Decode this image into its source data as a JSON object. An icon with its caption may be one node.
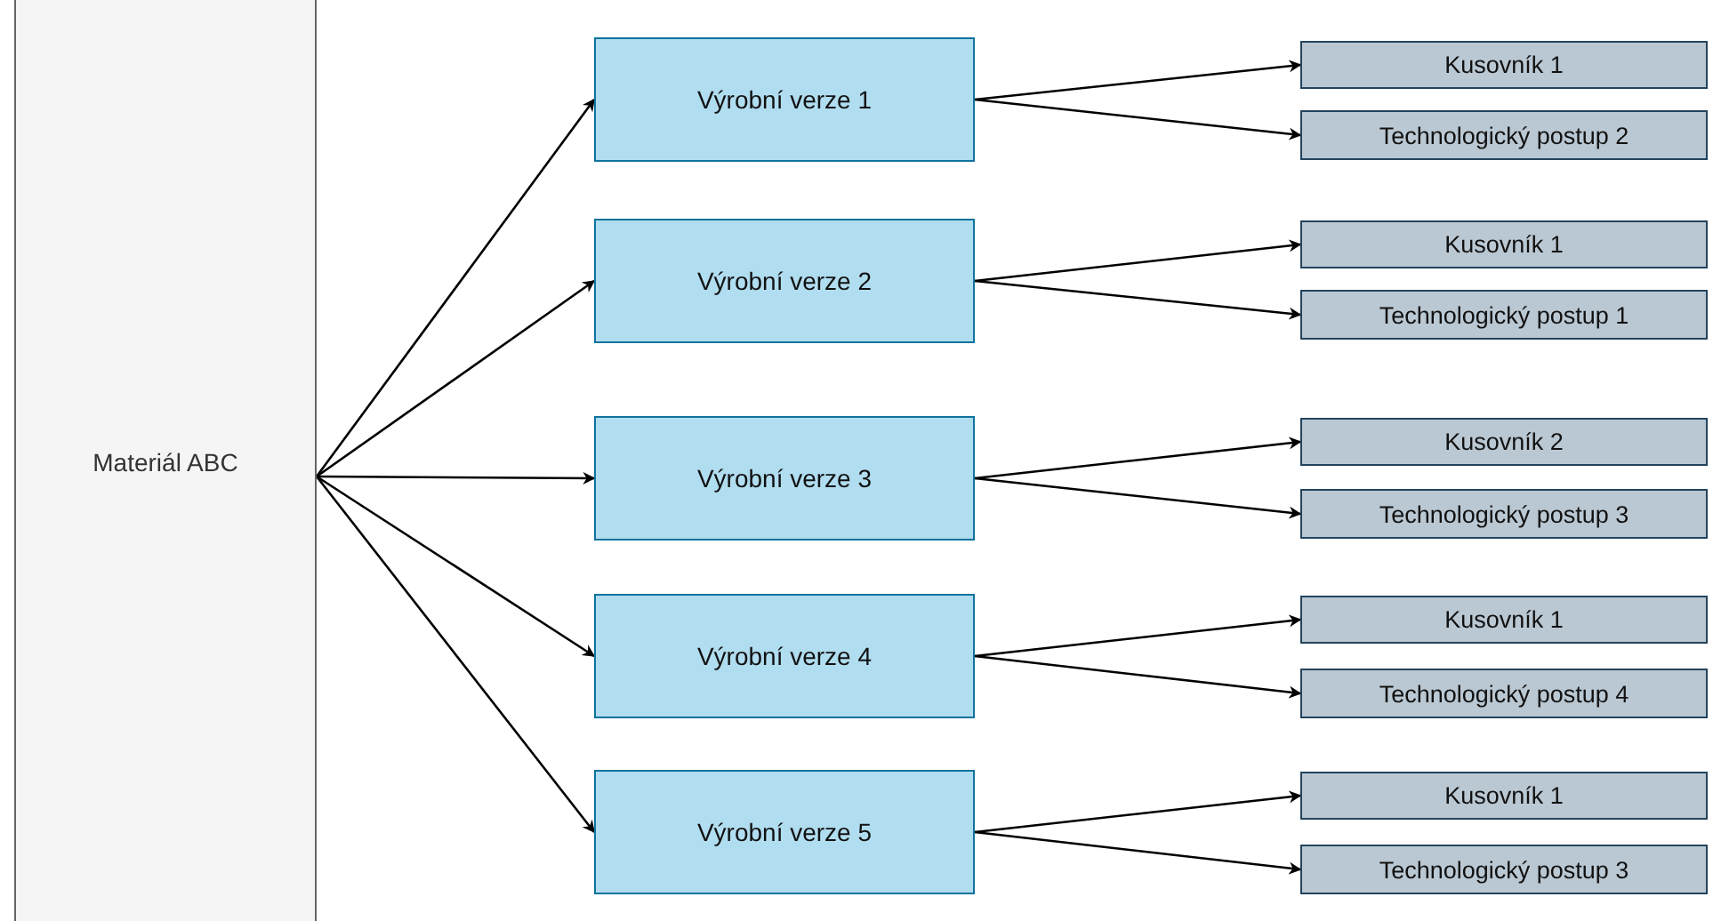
{
  "diagram": {
    "nodes": [
      {
        "text": [
          "Materiál ABC"
        ]
      },
      {
        "text": [
          "Výrobní verze 1"
        ]
      },
      {
        "text": [
          "Kusovník 1"
        ]
      },
      {
        "text": [
          "Technologický postup 2"
        ]
      },
      {
        "text": [
          "Výrobní verze 2"
        ]
      },
      {
        "text": [
          "Kusovník 1"
        ]
      },
      {
        "text": [
          "Technologický postup 1"
        ]
      },
      {
        "text": [
          "Výrobní verze 3"
        ]
      },
      {
        "text": [
          "Kusovník 2"
        ]
      },
      {
        "text": [
          "Technologický postup 3"
        ]
      },
      {
        "text": [
          "Výrobní verze 4"
        ]
      },
      {
        "text": [
          "Kusovník 1"
        ]
      },
      {
        "text": [
          "Technologický postup 4"
        ]
      },
      {
        "text": [
          "Výrobní verze 5"
        ]
      },
      {
        "text": [
          "Kusovník 1"
        ]
      },
      {
        "text": [
          "Technologický postup 3"
        ]
      }
    ],
    "edges": [
      {
        "from": 0,
        "to": 1,
        "arrow": "to"
      },
      {
        "from": 0,
        "to": 4,
        "arrow": "to"
      },
      {
        "from": 0,
        "to": 7,
        "arrow": "to"
      },
      {
        "from": 0,
        "to": 10,
        "arrow": "to"
      },
      {
        "from": 0,
        "to": 13,
        "arrow": "to"
      },
      {
        "from": 1,
        "to": 2,
        "arrow": "to"
      },
      {
        "from": 1,
        "to": 3,
        "arrow": "to"
      },
      {
        "from": 4,
        "to": 5,
        "arrow": "to"
      },
      {
        "from": 4,
        "to": 6,
        "arrow": "to"
      },
      {
        "from": 7,
        "to": 8,
        "arrow": "to"
      },
      {
        "from": 7,
        "to": 9,
        "arrow": "to"
      },
      {
        "from": 10,
        "to": 11,
        "arrow": "to"
      },
      {
        "from": 10,
        "to": 12,
        "arrow": "to"
      },
      {
        "from": 13,
        "to": 14,
        "arrow": "to"
      },
      {
        "from": 13,
        "to": 15,
        "arrow": "to"
      }
    ]
  }
}
